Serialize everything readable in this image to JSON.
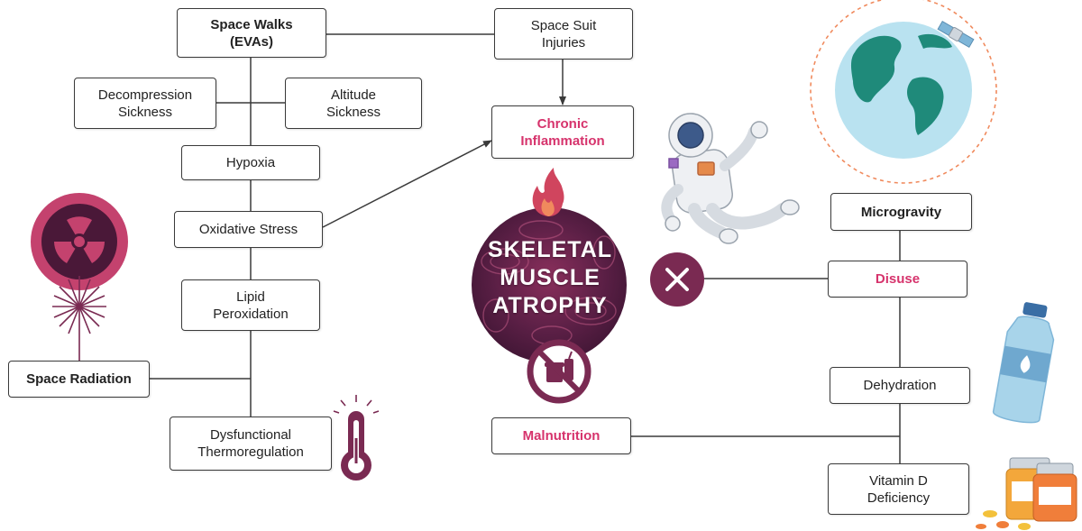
{
  "center_label": "SKELETAL\nMUSCLE\nATROPHY",
  "nodes": {
    "space_walks": "Space Walks\n(EVAs)",
    "space_suit_injuries": "Space Suit\nInjuries",
    "decompression_sickness": "Decompression\nSickness",
    "altitude_sickness": "Altitude\nSickness",
    "chronic_inflammation": "Chronic\nInflammation",
    "hypoxia": "Hypoxia",
    "oxidative_stress": "Oxidative Stress",
    "lipid_peroxidation": "Lipid\nPeroxidation",
    "space_radiation": "Space Radiation",
    "dysfunctional_thermoregulation": "Dysfunctional\nThermoregulation",
    "microgravity": "Microgravity",
    "disuse": "Disuse",
    "dehydration": "Dehydration",
    "malnutrition": "Malnutrition",
    "vitamin_d_deficiency": "Vitamin D\nDeficiency"
  },
  "colors": {
    "accent": "#d6336c",
    "line": "#3a3a3a",
    "muscle_circle": "#5a1f45",
    "x_badge": "#7a2a52",
    "radiation_bg": "#c4426e",
    "earth_ocean": "#b9e2f0",
    "earth_land": "#1f8a7a",
    "flame": "#d0455e",
    "bottle": "#a8d4ea"
  },
  "icons": [
    "radiation-icon",
    "laser-burst-icon",
    "thermometer-icon",
    "astronaut-icon",
    "earth-icon",
    "satellite-icon",
    "flame-icon",
    "no-food-icon",
    "x-icon",
    "water-bottle-icon",
    "pill-bottles-icon"
  ]
}
